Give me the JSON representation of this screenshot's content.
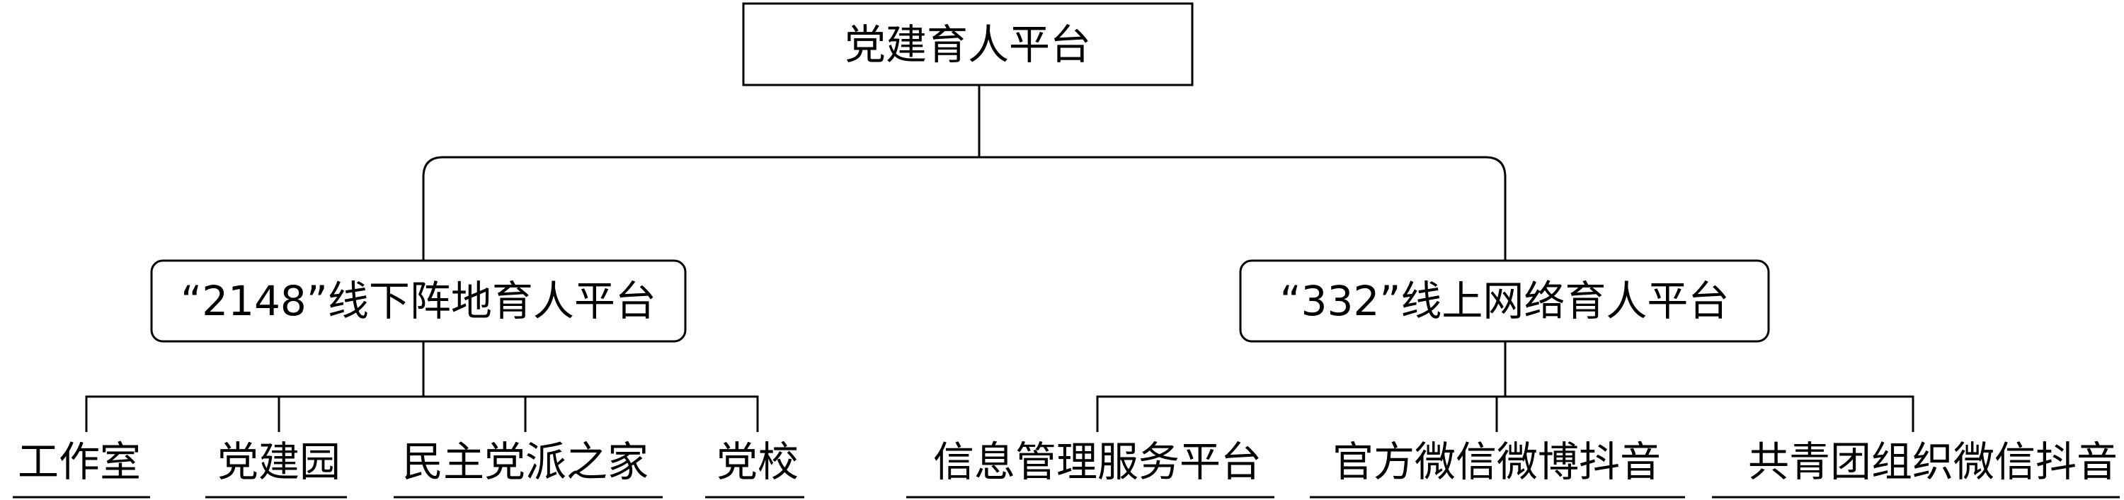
{
  "root": {
    "label": "党建育人平台"
  },
  "branches": [
    {
      "label": "“2148”线下阵地育人平台",
      "children": [
        {
          "label": "工作室"
        },
        {
          "label": "党建园"
        },
        {
          "label": "民主党派之家"
        },
        {
          "label": "党校"
        }
      ]
    },
    {
      "label": "“332”线上网络育人平台",
      "children": [
        {
          "label": "信息管理服务平台"
        },
        {
          "label": "官方微信微博抖音"
        },
        {
          "label": "共青团组织微信抖音"
        }
      ]
    }
  ]
}
